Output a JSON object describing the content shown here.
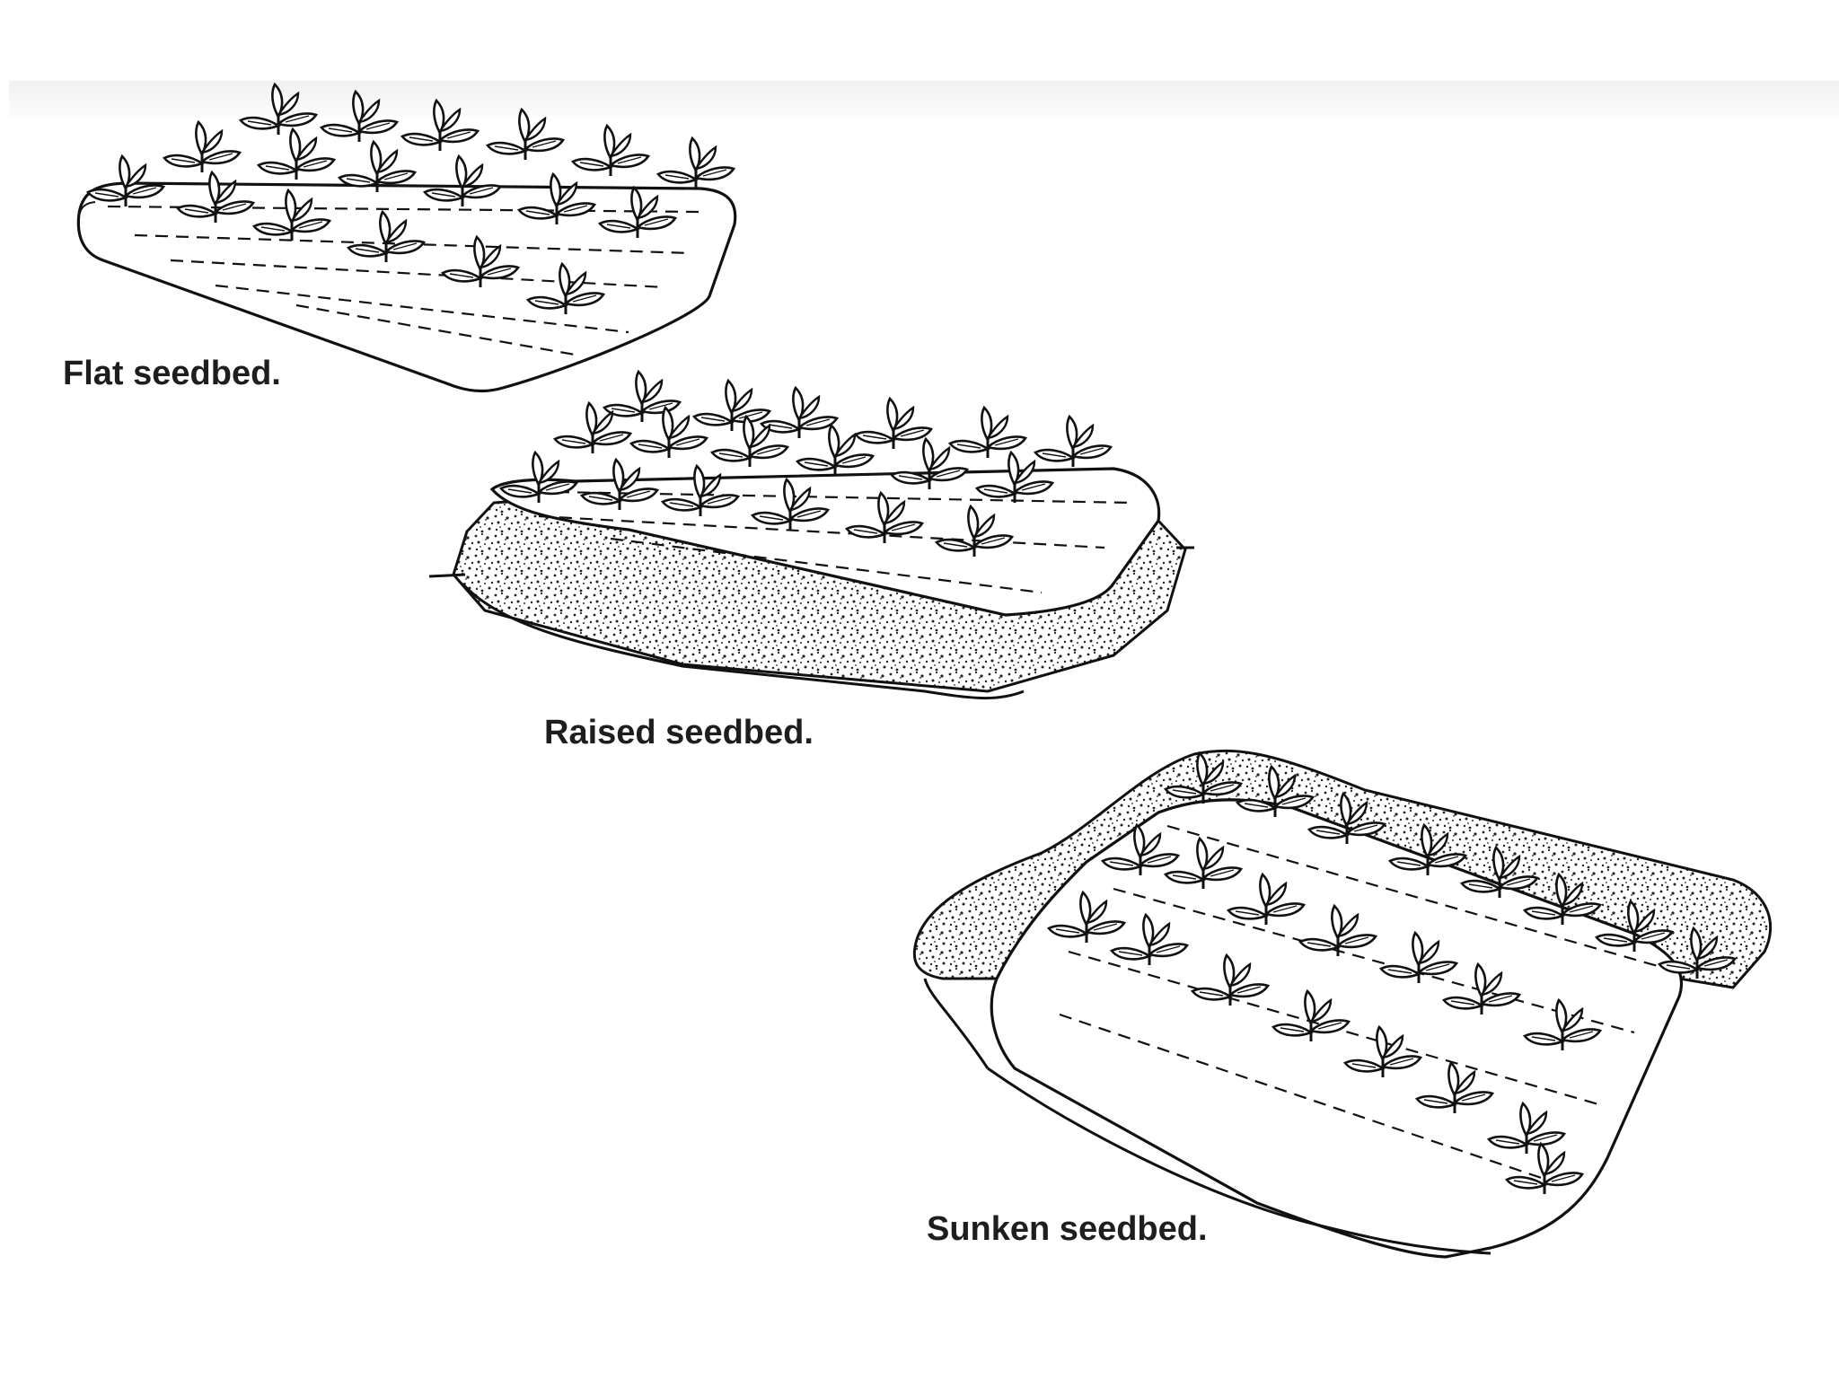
{
  "captions": {
    "flat": "Flat seedbed.",
    "raised": "Raised seedbed.",
    "sunken": "Sunken seedbed."
  },
  "colors": {
    "ink": "#111111",
    "background": "#ffffff",
    "soil_stipple": "#222222"
  },
  "icons": {
    "plant": "seedling-icon"
  }
}
